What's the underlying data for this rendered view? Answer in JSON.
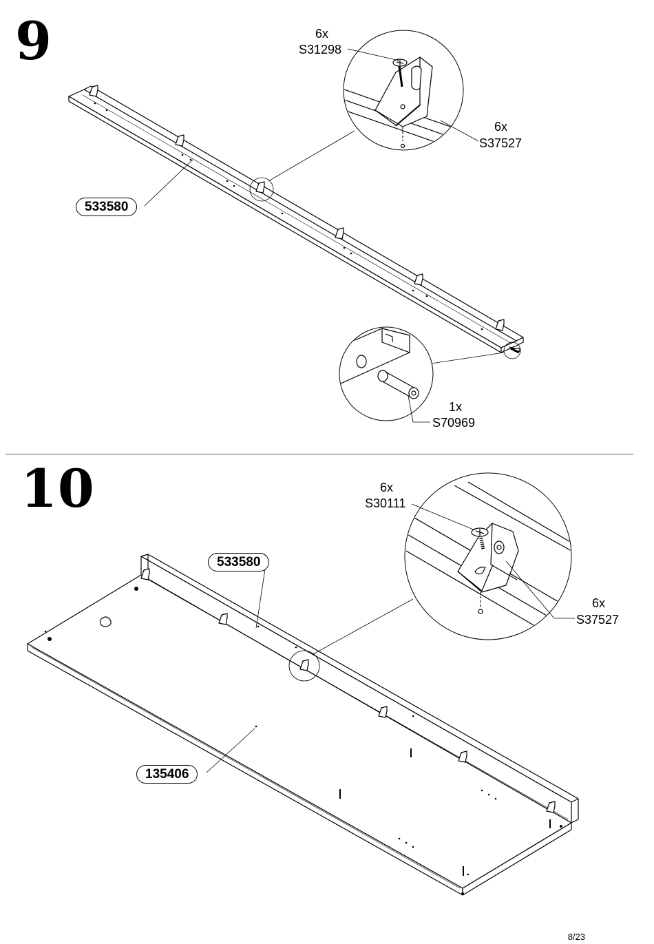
{
  "steps": [
    {
      "number": "9",
      "rail_part": "533580",
      "screw": {
        "qty": "6x",
        "code": "S31298"
      },
      "bracket": {
        "qty": "6x",
        "code": "S37527"
      },
      "dowel": {
        "qty": "1x",
        "code": "S70969"
      }
    },
    {
      "number": "10",
      "rail_part": "533580",
      "panel_part": "135406",
      "screw": {
        "qty": "6x",
        "code": "S30111"
      },
      "bracket": {
        "qty": "6x",
        "code": "S37527"
      }
    }
  ],
  "page": "8/23"
}
